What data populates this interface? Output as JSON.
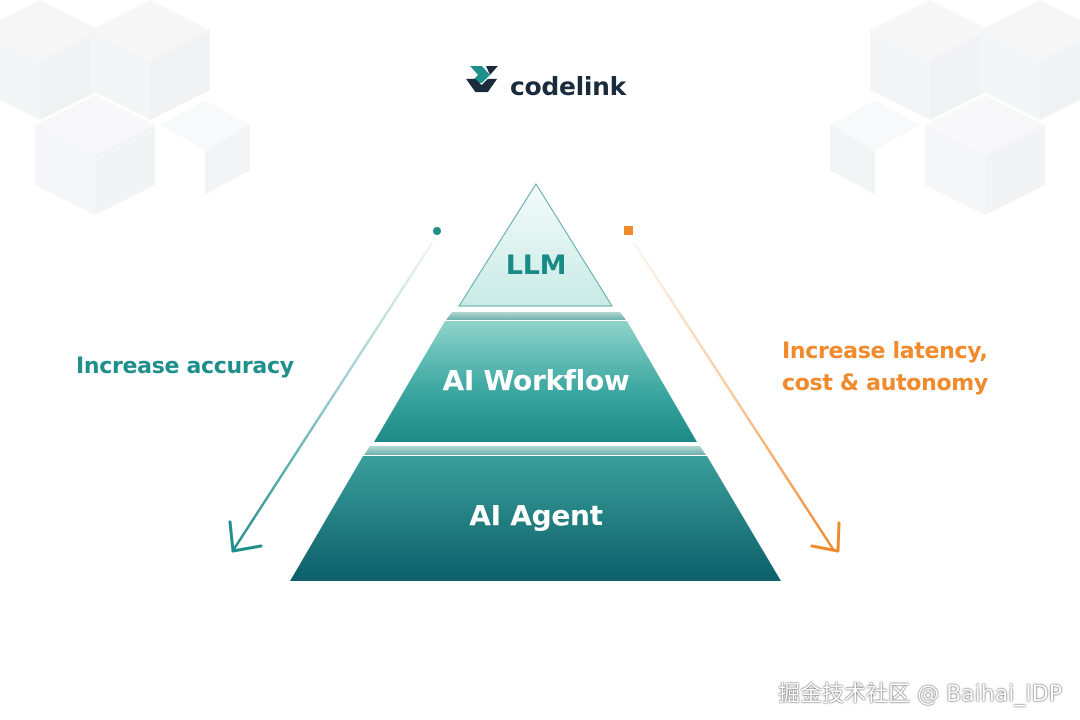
{
  "brand": {
    "name": "codelink",
    "icon": "codelink-logo-icon",
    "colors": {
      "teal": "#1f8f8c",
      "navy": "#1a2b3c"
    }
  },
  "pyramid": {
    "tiers": [
      {
        "label": "LLM"
      },
      {
        "label": "AI Workflow"
      },
      {
        "label": "AI Agent"
      }
    ]
  },
  "left_arrow": {
    "label": "Increase accuracy",
    "color": "#1f8f8c",
    "icon": "arrow-down-left-icon"
  },
  "right_arrow": {
    "label_line1": "Increase latency,",
    "label_line2": "cost & autonomy",
    "color": "#f08a2c",
    "icon": "arrow-down-right-icon"
  },
  "watermark": "掘金技术社区 @ Baihai_IDP"
}
